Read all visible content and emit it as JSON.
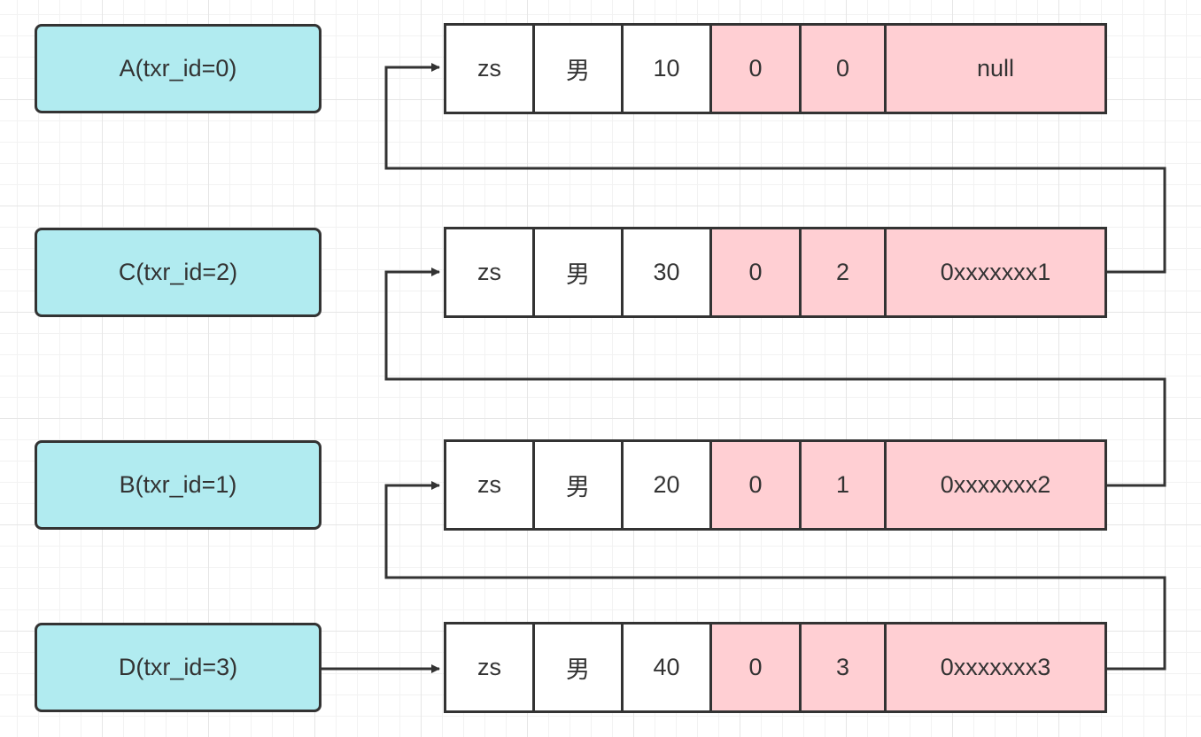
{
  "transactions": [
    {
      "label": "A(txr_id=0)"
    },
    {
      "label": "C(txr_id=2)"
    },
    {
      "label": "B(txr_id=1)"
    },
    {
      "label": "D(txr_id=3)"
    }
  ],
  "records": [
    {
      "name": "zs",
      "gender": "男",
      "age": "10",
      "row_id": "0",
      "trx_id": "0",
      "roll_pointer": "null"
    },
    {
      "name": "zs",
      "gender": "男",
      "age": "30",
      "row_id": "0",
      "trx_id": "2",
      "roll_pointer": "0xxxxxxx1"
    },
    {
      "name": "zs",
      "gender": "男",
      "age": "20",
      "row_id": "0",
      "trx_id": "1",
      "roll_pointer": "0xxxxxxx2"
    },
    {
      "name": "zs",
      "gender": "男",
      "age": "40",
      "row_id": "0",
      "trx_id": "3",
      "roll_pointer": "0xxxxxxx3"
    }
  ],
  "colors": {
    "transaction_fill": "#b1ebf0",
    "hidden_field_fill": "#ffcfd3",
    "stroke": "#333333"
  }
}
